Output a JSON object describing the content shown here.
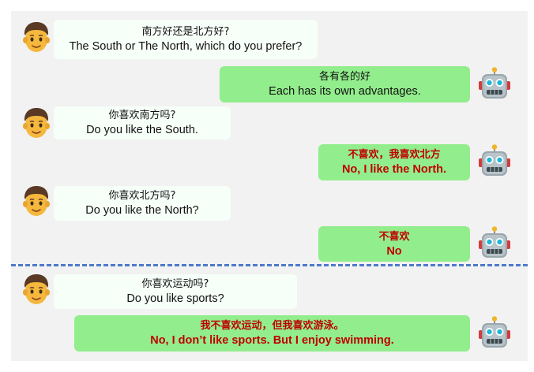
{
  "colors": {
    "panel_bg": "#f2f2f2",
    "human_bubble": "#f7fff9",
    "bot_bubble": "#92ed8c",
    "emphasis_text": "#c00000",
    "divider": "#4f79c8"
  },
  "icons": {
    "human": "man-face-icon",
    "bot": "robot-face-icon"
  },
  "conversation": {
    "m1": {
      "speaker": "human",
      "zh": "南方好还是北方好?",
      "en": "The South or The North, which do you prefer?"
    },
    "m2": {
      "speaker": "bot",
      "zh": "各有各的好",
      "en": "Each has its own advantages."
    },
    "m3": {
      "speaker": "human",
      "zh": "你喜欢南方吗?",
      "en": "Do you like the South."
    },
    "m4": {
      "speaker": "bot",
      "zh": "不喜欢，我喜欢北方",
      "en": "No, I like the North."
    },
    "m5": {
      "speaker": "human",
      "zh": "你喜欢北方吗?",
      "en": "Do you like the North?"
    },
    "m6": {
      "speaker": "bot",
      "zh": "不喜欢",
      "en": "No"
    },
    "m7": {
      "speaker": "human",
      "zh": "你喜欢运动吗?",
      "en": "Do you like sports?"
    },
    "m8": {
      "speaker": "bot",
      "zh": "我不喜欢运动，但我喜欢游泳。",
      "en": "No, I don’t like sports. But I enjoy swimming."
    }
  }
}
